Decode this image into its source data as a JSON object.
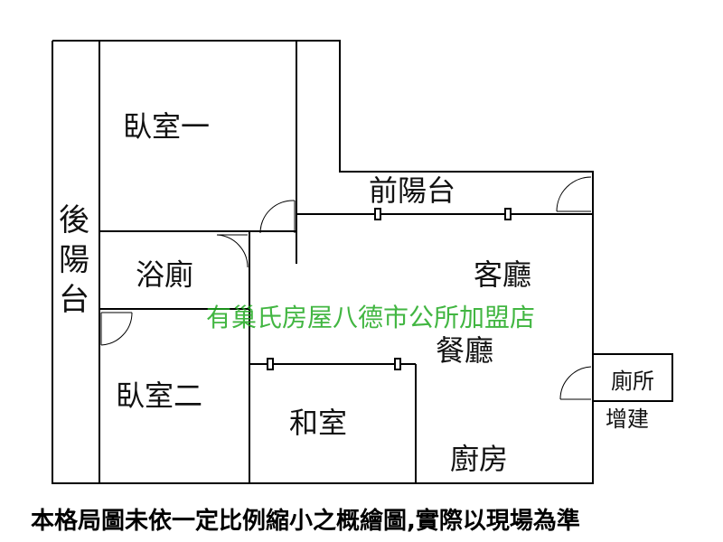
{
  "rooms": {
    "bedroom1": "臥室一",
    "back_balcony": "後陽台",
    "bathroom": "浴廁",
    "bedroom2": "臥室二",
    "front_balcony": "前陽台",
    "living_room": "客廳",
    "dining_room": "餐廳",
    "japanese_room": "和室",
    "kitchen": "廚房",
    "toilet": "廁所",
    "extension": "增建"
  },
  "watermark": "有巢氏房屋八德市公所加盟店",
  "disclaimer": "本格局圖未依一定比例縮小之概繪圖,實際以現場為準",
  "colors": {
    "walls": "#000000",
    "watermark": "#22aa22",
    "background": "#ffffff"
  }
}
